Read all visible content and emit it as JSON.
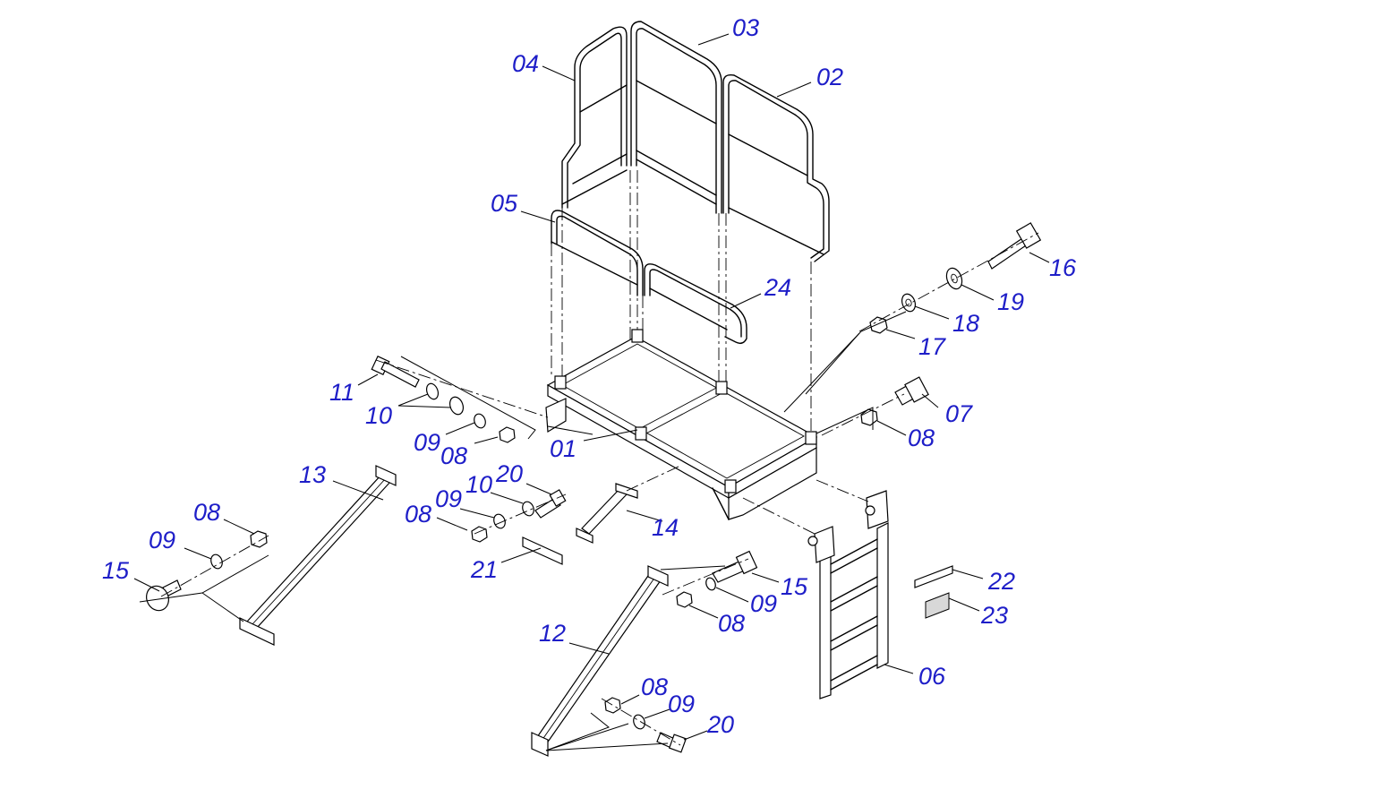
{
  "callouts": {
    "c01": "01",
    "c02": "02",
    "c03": "03",
    "c04": "04",
    "c05": "05",
    "c06": "06",
    "c07": "07",
    "c08a": "08",
    "c08b": "08",
    "c08c": "08",
    "c08d": "08",
    "c08e": "08",
    "c08f": "08",
    "c09a": "09",
    "c09b": "09",
    "c09c": "09",
    "c09d": "09",
    "c09e": "09",
    "c10a": "10",
    "c10b": "10",
    "c11": "11",
    "c12": "12",
    "c13": "13",
    "c14": "14",
    "c15a": "15",
    "c15b": "15",
    "c16": "16",
    "c17": "17",
    "c18": "18",
    "c19": "19",
    "c20a": "20",
    "c20b": "20",
    "c21": "21",
    "c22": "22",
    "c23": "23",
    "c24": "24"
  },
  "colors": {
    "callout_text": "#1e1ec8",
    "line_art": "#000000",
    "background": "#ffffff"
  }
}
